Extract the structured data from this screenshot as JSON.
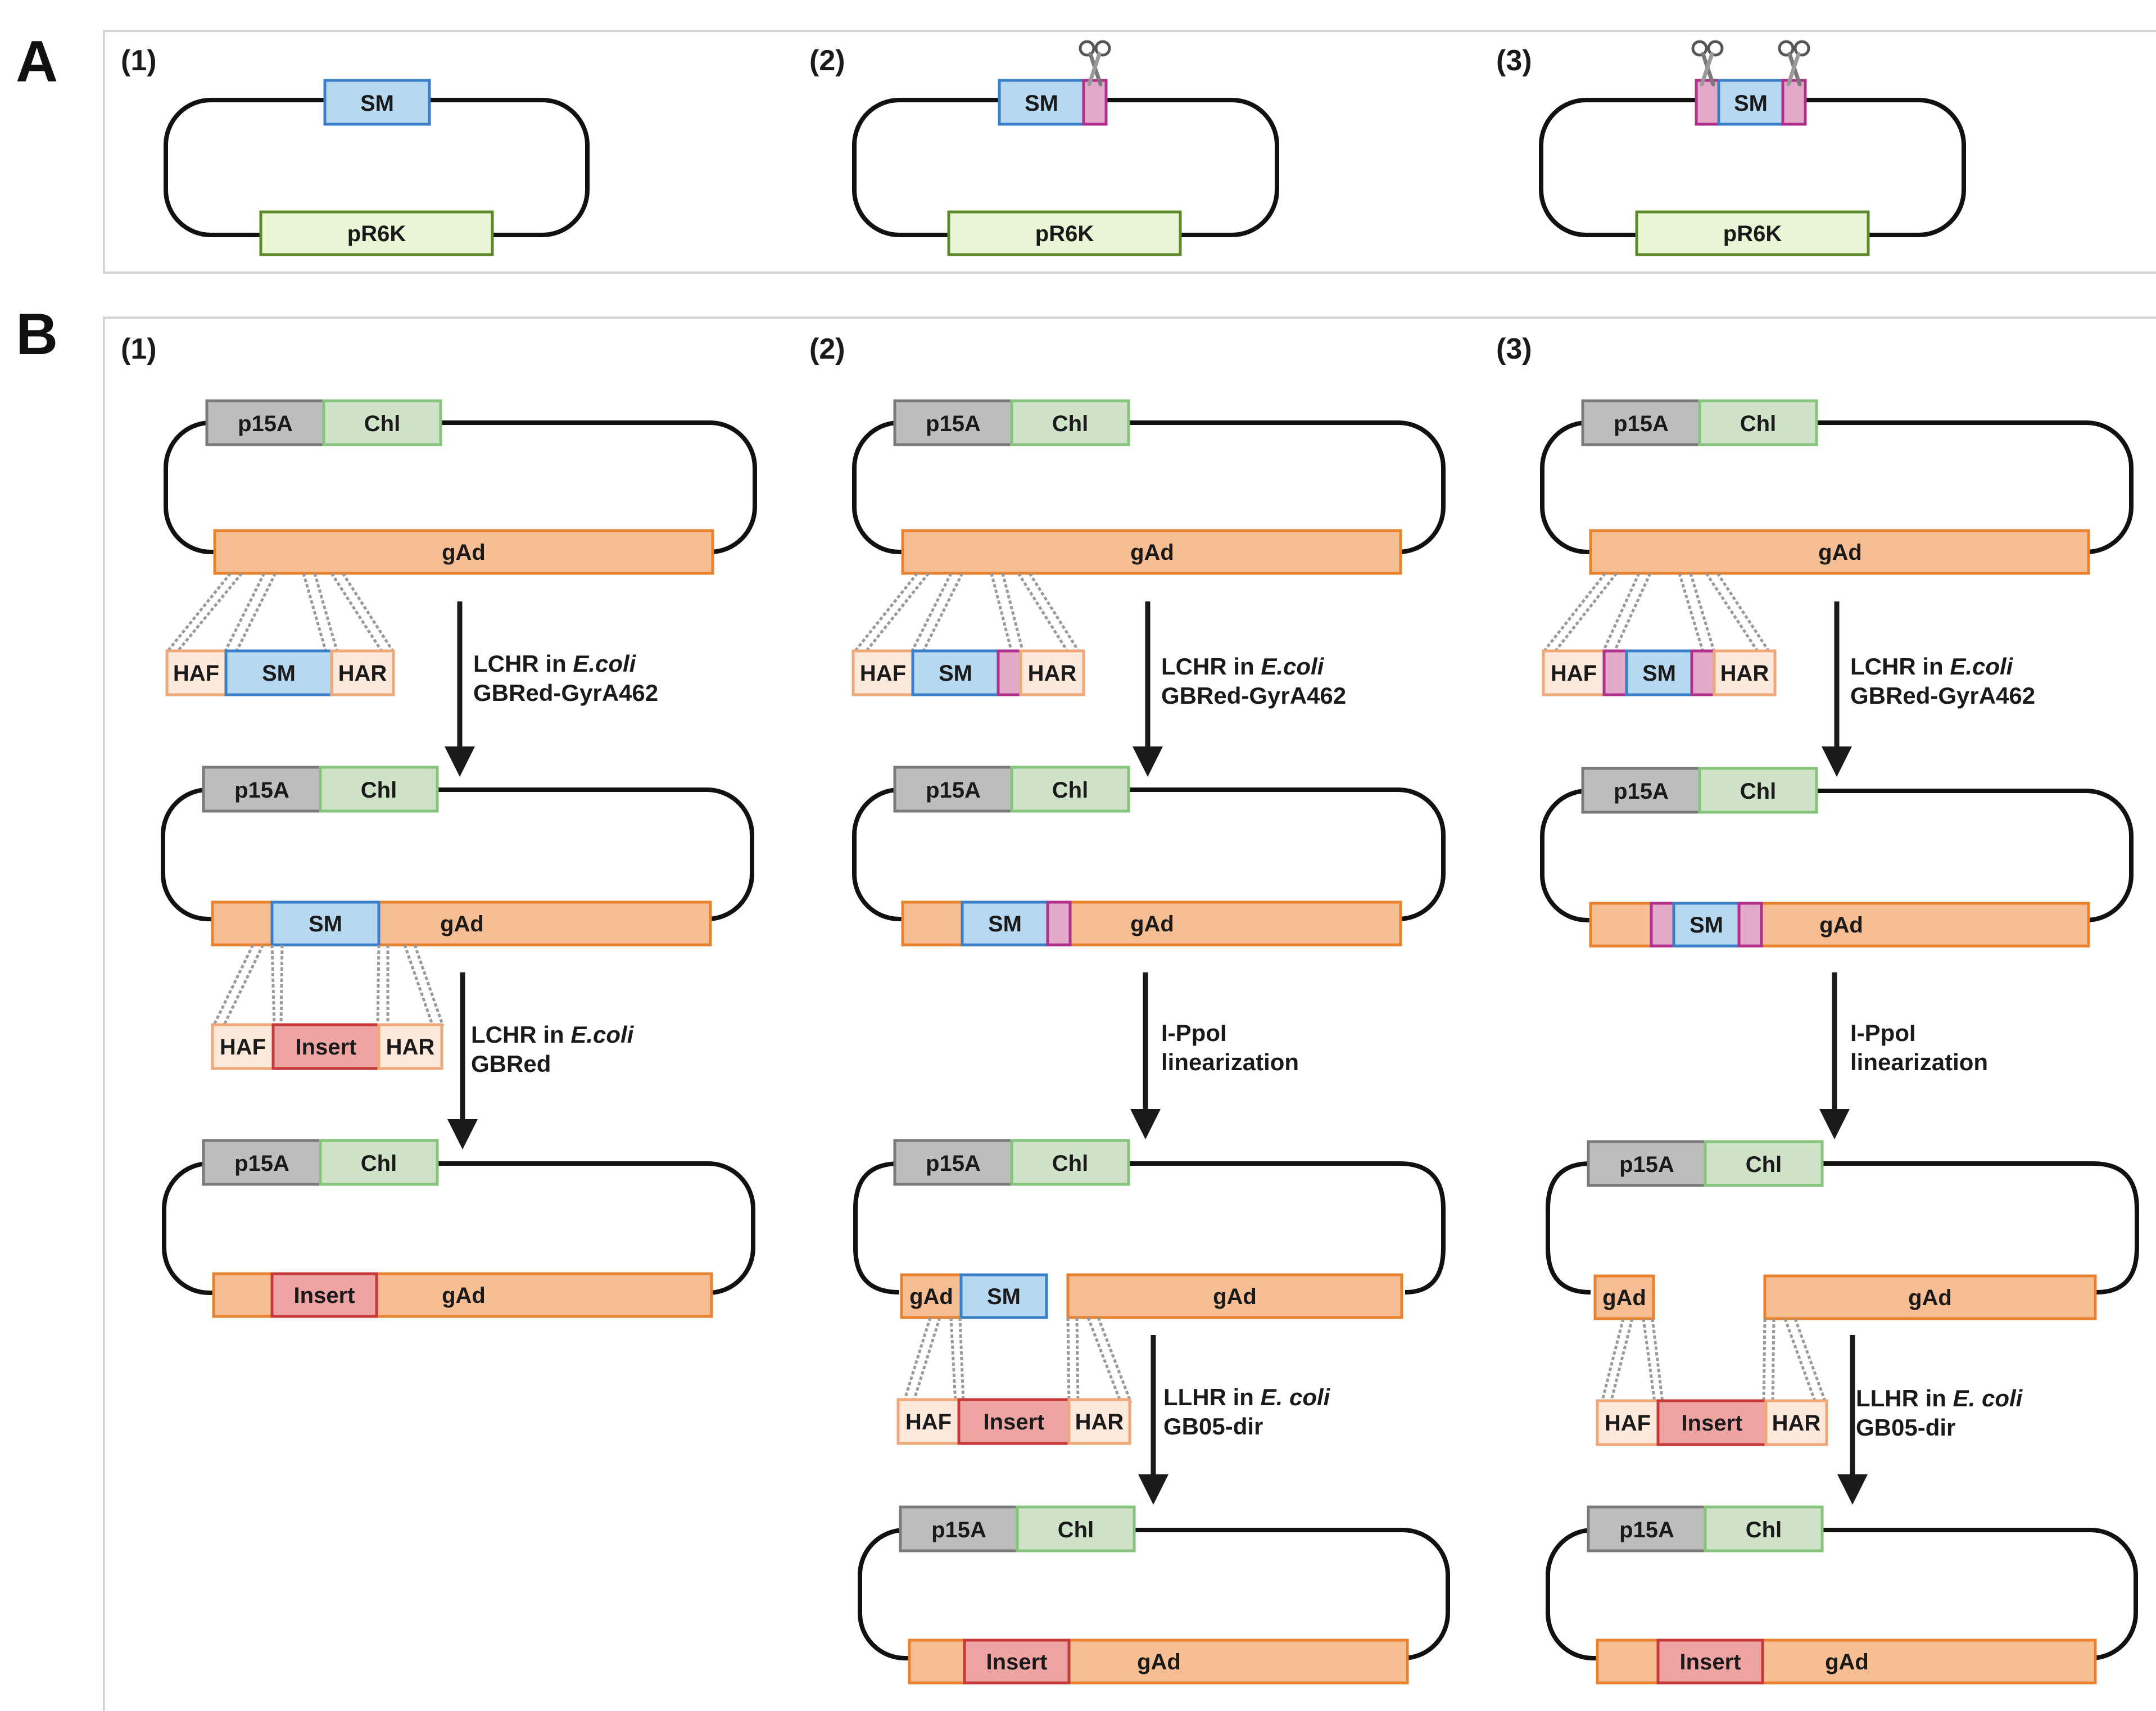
{
  "panels": {
    "a": {
      "letter": "A",
      "items": [
        {
          "num": "(1)",
          "marker": "SM",
          "ori": "pR6K"
        },
        {
          "num": "(2)",
          "marker": "SM",
          "ori": "pR6K"
        },
        {
          "num": "(3)",
          "marker": "SM",
          "ori": "pR6K"
        }
      ]
    },
    "b": {
      "letter": "B",
      "columns": [
        {
          "num": "(1)",
          "plasmid1": {
            "ori": "p15A",
            "res": "Chl",
            "backbone": "gAd"
          },
          "cassette1": {
            "haf": "HAF",
            "sm": "SM",
            "har": "HAR"
          },
          "step1": {
            "line1_pre": "LCHR in ",
            "line1_it": "E.coli",
            "line2": "GBRed-GyrA462"
          },
          "plasmid2": {
            "ori": "p15A",
            "res": "Chl",
            "sm": "SM",
            "backbone": "gAd"
          },
          "cassette2": {
            "haf": "HAF",
            "insert": "Insert",
            "har": "HAR"
          },
          "step2": {
            "line1_pre": "LCHR in ",
            "line1_it": "E.coli",
            "line2": "GBRed"
          },
          "plasmid3": {
            "ori": "p15A",
            "res": "Chl",
            "insert": "Insert",
            "backbone": "gAd"
          }
        },
        {
          "num": "(2)",
          "plasmid1": {
            "ori": "p15A",
            "res": "Chl",
            "backbone": "gAd"
          },
          "cassette1": {
            "haf": "HAF",
            "sm": "SM",
            "har": "HAR"
          },
          "step1": {
            "line1_pre": "LCHR in ",
            "line1_it": "E.coli",
            "line2": "GBRed-GyrA462"
          },
          "plasmid2": {
            "ori": "p15A",
            "res": "Chl",
            "sm": "SM",
            "backbone": "gAd"
          },
          "step2": {
            "line1": "I-PpoI",
            "line2": "linearization"
          },
          "plasmid3": {
            "ori": "p15A",
            "res": "Chl",
            "frag_left": "gAd",
            "sm": "SM",
            "frag_right": "gAd"
          },
          "cassette2": {
            "haf": "HAF",
            "insert": "Insert",
            "har": "HAR"
          },
          "step3": {
            "line1_pre": "LLHR in ",
            "line1_it": "E. coli",
            "line2": "GB05-dir"
          },
          "plasmid4": {
            "ori": "p15A",
            "res": "Chl",
            "insert": "Insert",
            "backbone": "gAd"
          }
        },
        {
          "num": "(3)",
          "plasmid1": {
            "ori": "p15A",
            "res": "Chl",
            "backbone": "gAd"
          },
          "cassette1": {
            "haf": "HAF",
            "sm": "SM",
            "har": "HAR"
          },
          "step1": {
            "line1_pre": "LCHR in ",
            "line1_it": "E.coli",
            "line2": "GBRed-GyrA462"
          },
          "plasmid2": {
            "ori": "p15A",
            "res": "Chl",
            "sm": "SM",
            "backbone": "gAd"
          },
          "step2": {
            "line1": "I-PpoI",
            "line2": "linearization"
          },
          "plasmid3": {
            "ori": "p15A",
            "res": "Chl",
            "frag_left": "gAd",
            "frag_right": "gAd"
          },
          "cassette2": {
            "haf": "HAF",
            "insert": "Insert",
            "har": "HAR"
          },
          "step3": {
            "line1_pre": "LLHR in ",
            "line1_it": "E. coli",
            "line2": "GB05-dir"
          },
          "plasmid4": {
            "ori": "p15A",
            "res": "Chl",
            "insert": "Insert",
            "backbone": "gAd"
          }
        }
      ]
    }
  },
  "colors": {
    "backbone_fill": "#F6BE92",
    "backbone_stroke": "#E8822E",
    "ori_fill": "#BDBDBD",
    "ori_stroke": "#7A7A7A",
    "chl_fill": "#CFE3C9",
    "chl_stroke": "#86C47C",
    "sm_fill": "#B6D8F0",
    "sm_stroke": "#3A7FC8",
    "pr6k_fill": "#E9F5D4",
    "pr6k_stroke": "#5C8A2A",
    "site_fill": "#E2A9C9",
    "site_stroke": "#B0308C",
    "homology_fill": "#FDE8DC",
    "homology_stroke": "#F0A878",
    "insert_fill": "#EFA4A4",
    "insert_stroke": "#C73838"
  }
}
